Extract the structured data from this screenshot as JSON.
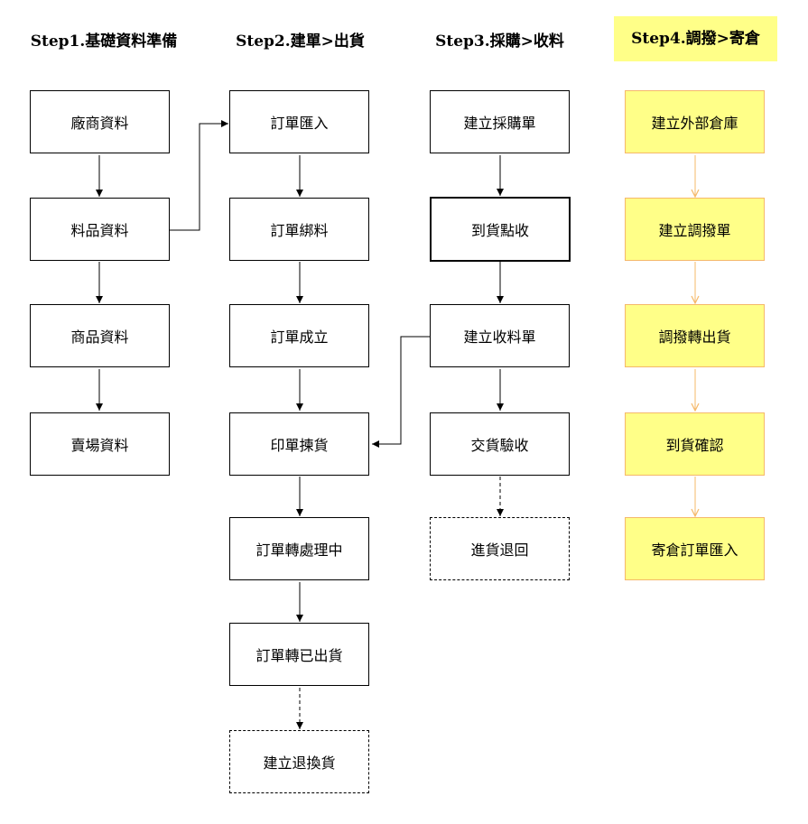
{
  "columns": [
    {
      "title": "Step1.基礎資料準備",
      "boxes": [
        "廠商資料",
        "料品資料",
        "商品資料",
        "賣場資料"
      ]
    },
    {
      "title": "Step2.建單>出貨",
      "boxes": [
        "訂單匯入",
        "訂單綁料",
        "訂單成立",
        "印單揀貨",
        "訂單轉處理中",
        "訂單轉已出貨",
        "建立退換貨"
      ]
    },
    {
      "title": "Step3.採購>收料",
      "boxes": [
        "建立採購單",
        "到貨點收",
        "建立收料單",
        "交貨驗收",
        "進貨退回"
      ]
    },
    {
      "title": "Step4.調撥>寄倉",
      "boxes": [
        "建立外部倉庫",
        "建立調撥單",
        "調撥轉出貨",
        "到貨確認",
        "寄倉訂單匯入"
      ]
    }
  ],
  "colors": {
    "highlight_fill": "#ffff88",
    "highlight_border": "#f5b86a",
    "line": "#000000"
  }
}
